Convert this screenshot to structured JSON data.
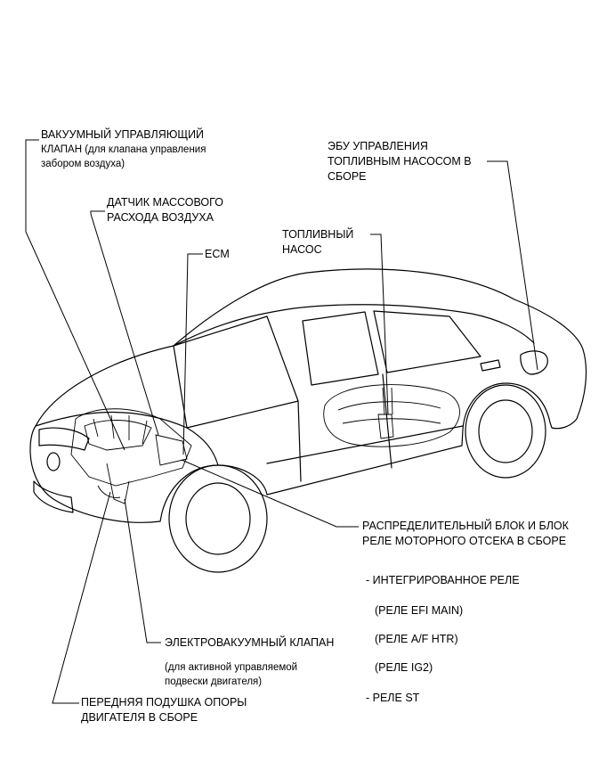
{
  "labels": {
    "vsv_intake_l1": "ВАКУУМНЫЙ УПРАВЛЯЮЩИЙ",
    "vsv_intake_l2": "КЛАПАН (для клапана управления",
    "vsv_intake_l3": "забором воздуха)",
    "maf_l1": "ДАТЧИК МАССОВОГО",
    "maf_l2": "РАСХОДА ВОЗДУХА",
    "ecm": "ECM",
    "fuel_pump_l1": "ТОПЛИВНЫЙ",
    "fuel_pump_l2": "НАСОС",
    "fp_ecu_l1": "ЭБУ УПРАВЛЕНИЯ",
    "fp_ecu_l2": "ТОПЛИВНЫМ НАСОСОМ В",
    "fp_ecu_l3": "СБОРЕ",
    "relay_block_l1": "РАСПРЕДЕЛИТЕЛЬНЫЙ БЛОК И БЛОК",
    "relay_block_l2": "РЕЛЕ МОТОРНОГО ОТСЕКА В СБОРЕ",
    "relay_integrated": "- ИНТЕГРИРОВАННОЕ РЕЛЕ",
    "relay_efi_main": "(РЕЛЕ EFI MAIN)",
    "relay_af_htr": "(РЕЛЕ A/F HTR)",
    "relay_ig2": "(РЕЛЕ IG2)",
    "relay_st": "- РЕЛЕ ST",
    "evsv_l1": "ЭЛЕКТРОВАКУУМНЫЙ КЛАПАН",
    "evsv_l2": "(для активной управляемой",
    "evsv_l3": "подвески двигателя)",
    "mount_l1": "ПЕРЕДНЯЯ ПОДУШКА ОПОРЫ",
    "mount_l2": "ДВИГАТЕЛЯ В СБОРЕ"
  }
}
